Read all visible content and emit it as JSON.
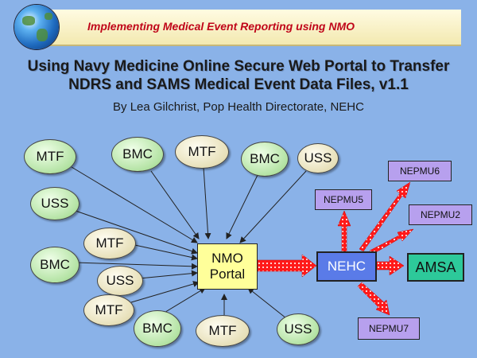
{
  "banner": {
    "text": "Implementing Medical Event Reporting using NMO"
  },
  "title": {
    "line1": "Using Navy Medicine Online Secure Web Portal to Transfer",
    "line2": "NDRS and SAMS Medical Event Data Files, v1.1"
  },
  "author": "By Lea Gilchrist, Pop Health Directorate, NEHC",
  "diagram": {
    "nodes": {
      "mtf_1": "MTF",
      "bmc_1": "BMC",
      "mtf_2": "MTF",
      "bmc_2": "BMC",
      "uss_1": "USS",
      "uss_2": "USS",
      "mtf_3": "MTF",
      "bmc_3": "BMC",
      "uss_3": "USS",
      "mtf_4": "MTF",
      "bmc_4": "BMC",
      "mtf_5": "MTF",
      "uss_4": "USS"
    },
    "portal": {
      "line1": "NMO",
      "line2": "Portal"
    },
    "nehc": "NEHC",
    "amsa": "AMSA",
    "nepmu": {
      "n5": "NEPMU5",
      "n6": "NEPMU6",
      "n2": "NEPMU2",
      "n7": "NEPMU7"
    },
    "colors": {
      "arrow_red": "#ff1a1a",
      "portal_fill": "#ffff9a",
      "nehc_fill": "#5a7be8",
      "amsa_fill": "#2dc99a",
      "nepmu_fill": "#b7a0ee"
    }
  }
}
